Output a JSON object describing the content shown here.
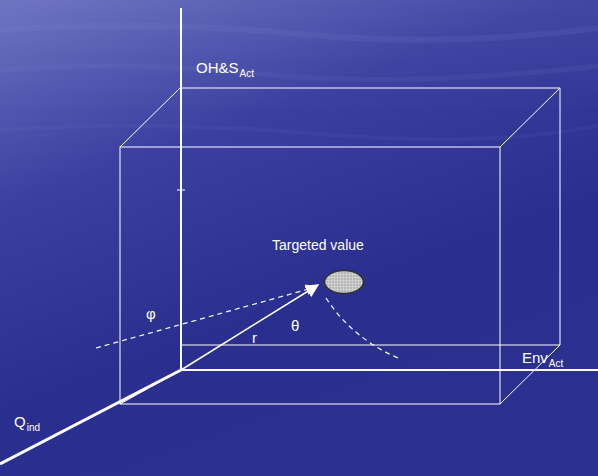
{
  "diagram": {
    "nodes": [
      {
        "text": [
          "Targeted value"
        ]
      }
    ],
    "labels": [
      "OH&S",
      "Act",
      "Env",
      "Act",
      "Q",
      "ind",
      "φ",
      "r",
      "θ"
    ]
  }
}
